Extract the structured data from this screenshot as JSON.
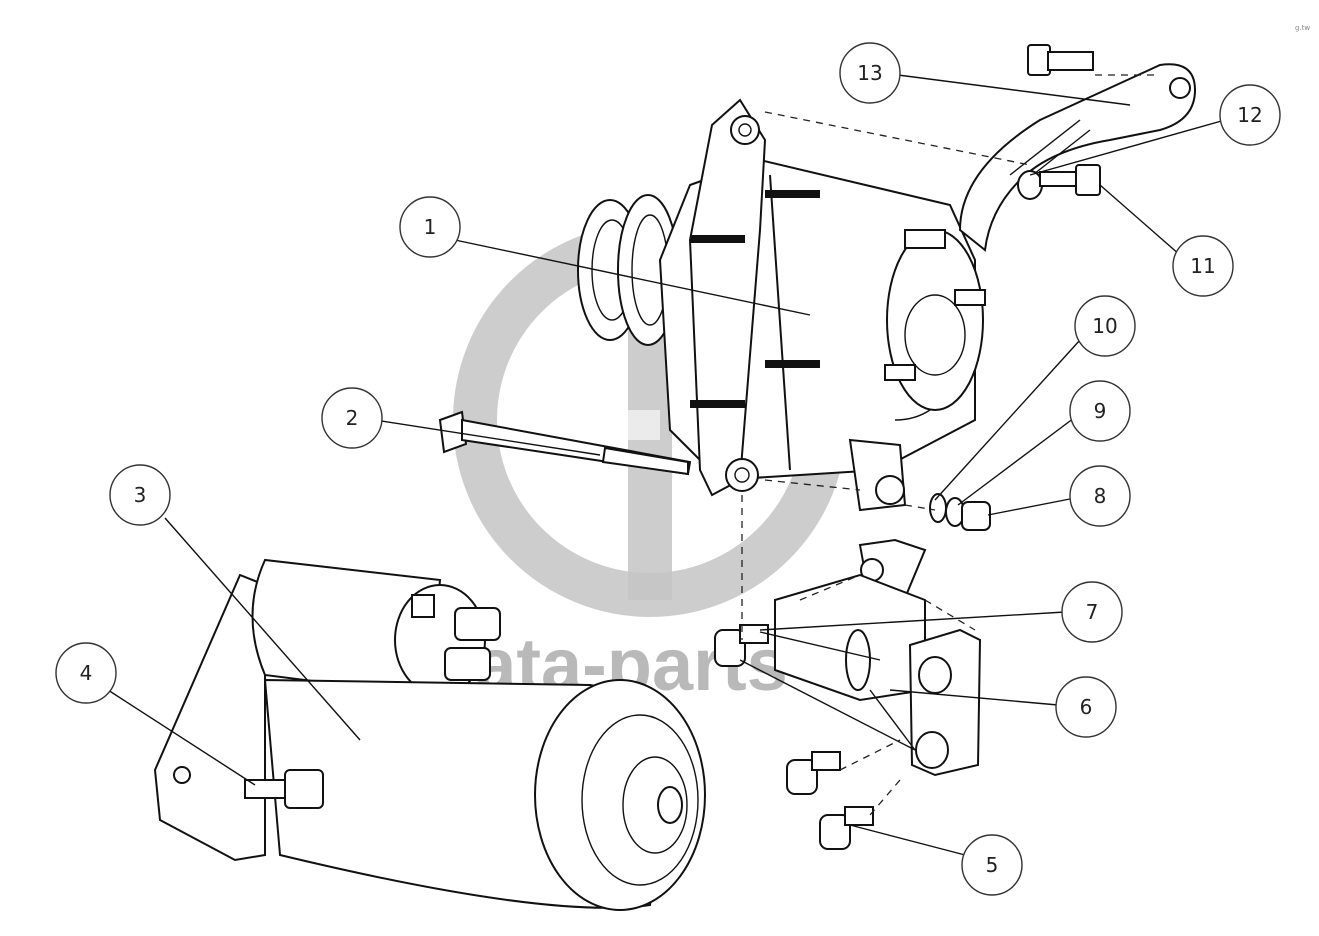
{
  "watermark": {
    "text": "data-parts",
    "color": "#b9b9b9"
  },
  "corner_mark": "g.tw",
  "callouts": [
    {
      "id": "1",
      "label": "1"
    },
    {
      "id": "2",
      "label": "2"
    },
    {
      "id": "3",
      "label": "3"
    },
    {
      "id": "4",
      "label": "4"
    },
    {
      "id": "5",
      "label": "5"
    },
    {
      "id": "6",
      "label": "6"
    },
    {
      "id": "7",
      "label": "7"
    },
    {
      "id": "8",
      "label": "8"
    },
    {
      "id": "9",
      "label": "9"
    },
    {
      "id": "10",
      "label": "10"
    },
    {
      "id": "11",
      "label": "11"
    },
    {
      "id": "12",
      "label": "12"
    },
    {
      "id": "13",
      "label": "13"
    }
  ],
  "colors": {
    "line": "#111111",
    "background": "#ffffff"
  }
}
